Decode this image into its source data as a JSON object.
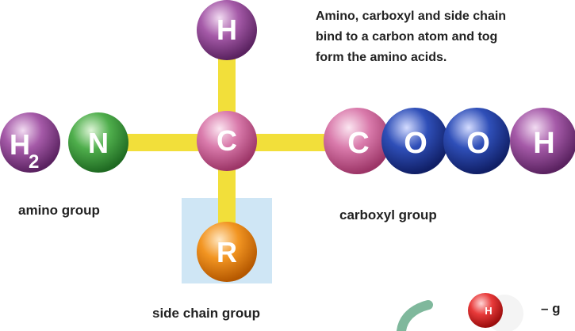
{
  "caption": {
    "lines": [
      "Amino, carboxyl and side chain",
      "bind to a carbon atom and tog",
      "form the amino acids."
    ]
  },
  "atoms": {
    "h_top": {
      "label": "H",
      "color": "purple"
    },
    "h2": {
      "label": "H",
      "subscript": "2",
      "color": "purple"
    },
    "n": {
      "label": "N",
      "color": "green"
    },
    "c_center": {
      "label": "C",
      "color": "pink"
    },
    "r": {
      "label": "R",
      "color": "orange"
    },
    "c_carboxyl": {
      "label": "C",
      "color": "pink"
    },
    "o1": {
      "label": "O",
      "color": "blue"
    },
    "o2": {
      "label": "O",
      "color": "blue"
    },
    "h_right": {
      "label": "H",
      "color": "purple"
    },
    "h_small": {
      "label": "H",
      "color": "red"
    }
  },
  "labels": {
    "amino_group": "amino group",
    "carboxyl_group": "carboxyl group",
    "side_chain_group": "side chain group",
    "partial_right": "– g"
  },
  "colors": {
    "bond": "#f2df3a",
    "side_chain_highlight": "#cfe6f5",
    "purple": "#8a3f8f",
    "green": "#3f9a3f",
    "pink": "#c95c93",
    "orange": "#e27f10",
    "blue": "#1f3d9a",
    "red": "#dd2222",
    "teal": "#7fb89c"
  }
}
